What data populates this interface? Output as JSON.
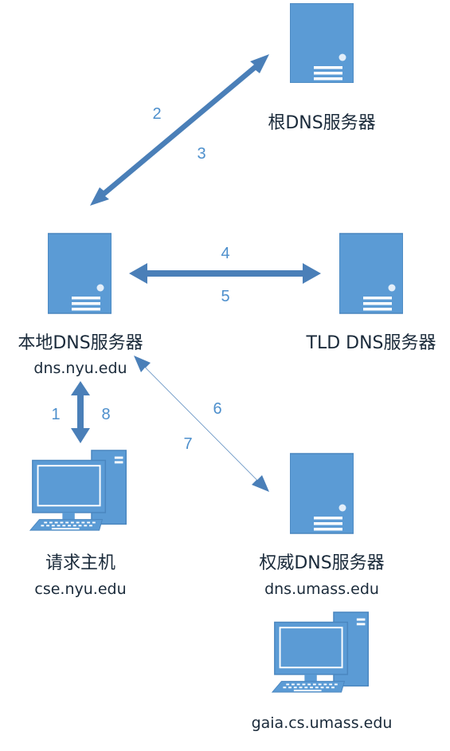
{
  "nodes": {
    "root_dns": {
      "label": "根DNS服务器",
      "icon": "server-icon"
    },
    "local_dns": {
      "label": "本地DNS服务器",
      "host": "dns.nyu.edu",
      "icon": "server-icon"
    },
    "tld_dns": {
      "label": "TLD DNS服务器",
      "icon": "server-icon"
    },
    "requesting_host": {
      "label": "请求主机",
      "host": "cse.nyu.edu",
      "icon": "desktop-computer-icon"
    },
    "authoritative_dns": {
      "label": "权威DNS服务器",
      "host": "dns.umass.edu",
      "icon": "server-icon"
    },
    "target_host": {
      "host": "gaia.cs.umass.edu",
      "icon": "desktop-computer-icon"
    }
  },
  "edges": {
    "local_root": {
      "steps": [
        "2",
        "3"
      ]
    },
    "local_tld": {
      "steps": [
        "4",
        "5"
      ]
    },
    "local_host": {
      "steps": [
        "1",
        "8"
      ]
    },
    "local_auth": {
      "steps": [
        "6",
        "7"
      ]
    }
  },
  "colors": {
    "device_fill": "#5b9bd5",
    "device_stroke": "#4a86bf",
    "arrow": "#4a7fb8",
    "step_number": "#4d8fcc"
  }
}
